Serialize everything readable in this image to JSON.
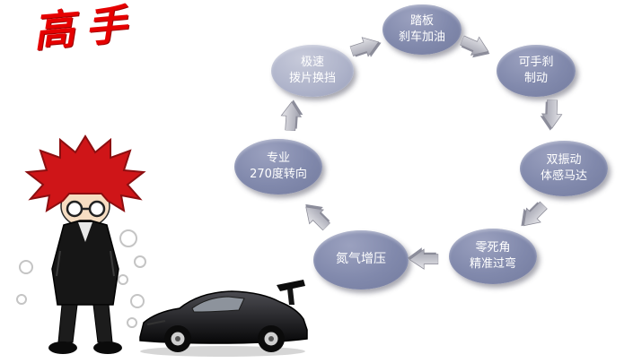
{
  "title": "高手",
  "cycle": {
    "nodes": [
      {
        "label1": "踏板",
        "label2": "刹车加油"
      },
      {
        "label1": "可手刹",
        "label2": "制动"
      },
      {
        "label1": "双振动",
        "label2": "体感马达"
      },
      {
        "label1": "零死角",
        "label2": "精准过弯"
      },
      {
        "label1": "氮气增压",
        "label2": ""
      },
      {
        "label1": "专业",
        "label2": "270度转向"
      },
      {
        "label1": "极速",
        "label2": "拨片换挡"
      }
    ]
  },
  "colors": {
    "node": "#8189ac",
    "node_light": "#aeb3ca",
    "arrow": "#c9c9d2",
    "title": "#e60000",
    "node_text": "#ffffff",
    "background": "#ffffff"
  },
  "illustrations": {
    "character": "angry-red-haired-cartoon-boy",
    "car": "black-sports-car"
  }
}
